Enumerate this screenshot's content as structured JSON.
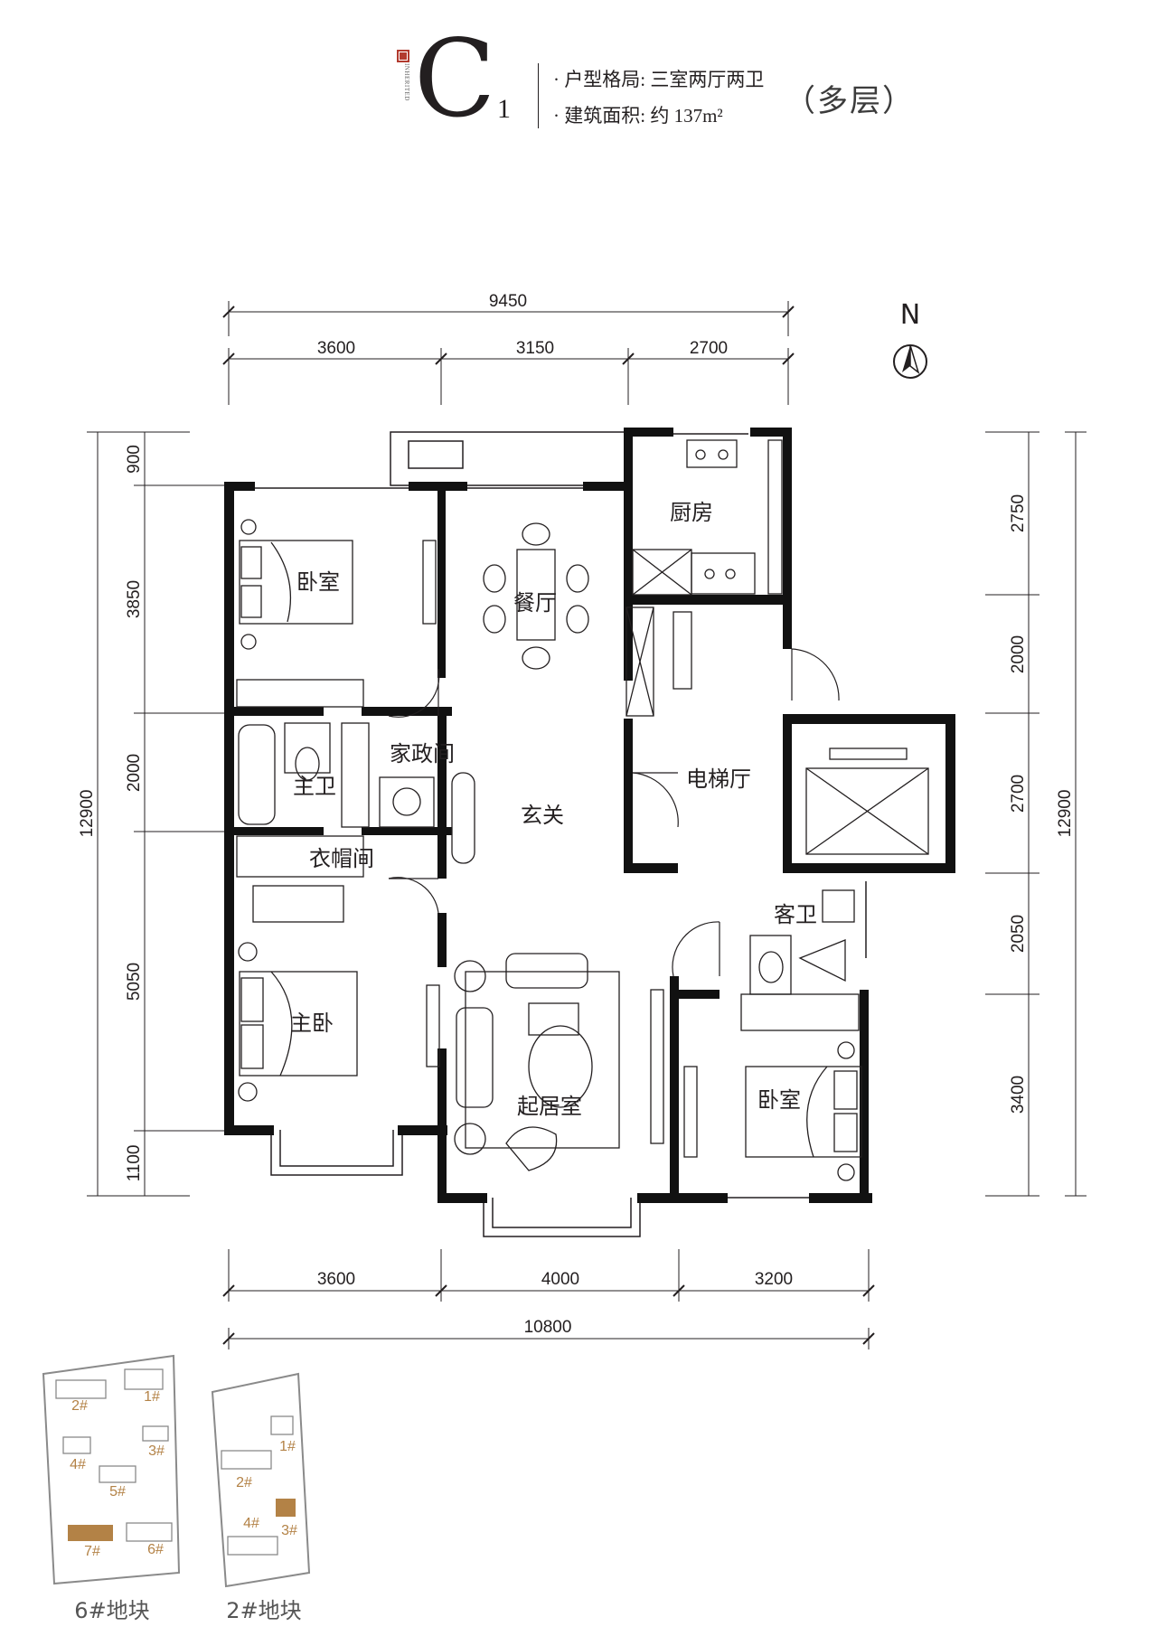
{
  "header": {
    "type_letter": "C",
    "type_sub": "1",
    "brand_text": "INHERITED",
    "layout_line": "· 户型格局: 三室两厅两卫",
    "area_line": "· 建筑面积: 约 137m²",
    "building_type": "（多层）"
  },
  "compass": {
    "label": "N"
  },
  "rooms": {
    "bedroom_nw": "卧室",
    "dining": "餐厅",
    "kitchen": "厨房",
    "housekeeping": "家政间",
    "master_bath": "主卫",
    "foyer": "玄关",
    "elevator_hall": "电梯厅",
    "walk_in_closet": "衣帽间",
    "guest_bath": "客卫",
    "master_bedroom": "主卧",
    "living_room": "起居室",
    "bedroom_se": "卧室"
  },
  "dimensions": {
    "top_total": "9450",
    "top_segments": [
      "3600",
      "3150",
      "2700"
    ],
    "bottom_segments": [
      "3600",
      "4000",
      "3200"
    ],
    "bottom_total": "10800",
    "left_total": "12900",
    "left_segments": [
      "900",
      "3850",
      "2000",
      "5050",
      "1100"
    ],
    "right_segments": [
      "2750",
      "2000",
      "2700",
      "2050",
      "3400"
    ],
    "right_total": "12900"
  },
  "site_plans": {
    "block6": {
      "name": "6#地块",
      "buildings": [
        "2#",
        "1#",
        "4#",
        "3#",
        "5#",
        "7#",
        "6#"
      ]
    },
    "block2": {
      "name": "2#地块",
      "buildings": [
        "1#",
        "2#",
        "4#",
        "3#"
      ]
    }
  },
  "colors": {
    "wall": "#111111",
    "line": "#231f20",
    "highlight": "#b38246"
  }
}
